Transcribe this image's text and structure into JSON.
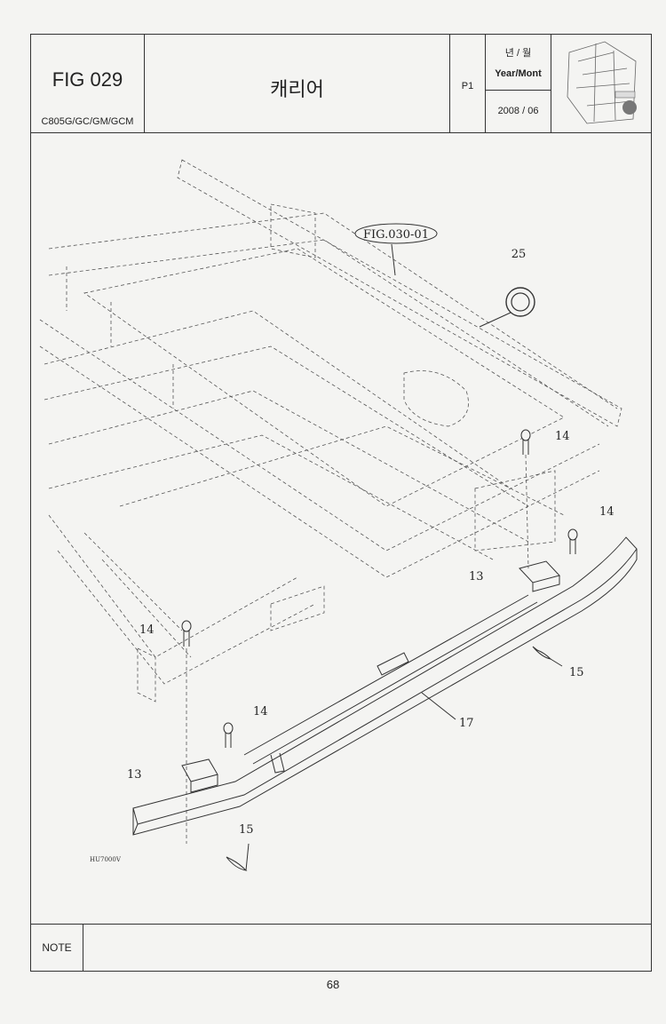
{
  "header": {
    "fig_title": "FIG 029",
    "models": "C805G/GC/GM/GCM",
    "part_title_kr": "캐리어",
    "page_code": "P1",
    "date_label_kr": "년 / 월",
    "date_label_en": "Year/Mont",
    "date_value": "2008 / 06"
  },
  "diagram": {
    "ref_label": "FIG.030-01",
    "callouts": {
      "c25": "25",
      "c14a": "14",
      "c14b": "14",
      "c14c": "14",
      "c14d": "14",
      "c13a": "13",
      "c13b": "13",
      "c15a": "15",
      "c15b": "15",
      "c17": "17"
    },
    "drawing_code": "HU7000V"
  },
  "footer": {
    "note_label": "NOTE",
    "page_number": "68"
  }
}
